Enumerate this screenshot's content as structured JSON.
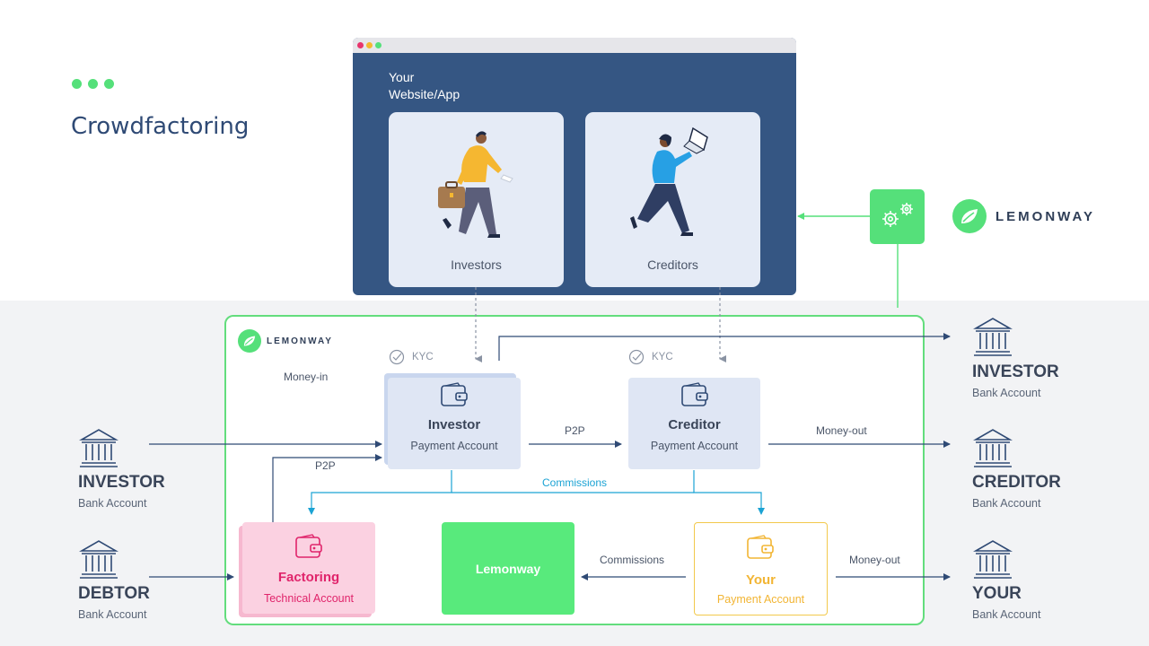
{
  "slide": {
    "title": "Crowdfactoring"
  },
  "website": {
    "title_line1": "Your",
    "title_line2": "Website/App",
    "cards": [
      {
        "label": "Investors"
      },
      {
        "label": "Creditors"
      }
    ]
  },
  "brand": {
    "name": "LEMONWAY",
    "accent": "#55e07a",
    "navy": "#355683"
  },
  "flow": {
    "money_in": "Money-in",
    "kyc": "KYC",
    "p2p": "P2P",
    "commissions": "Commissions",
    "money_out": "Money-out"
  },
  "accounts": {
    "investor": {
      "title": "Investor",
      "subtitle": "Payment Account"
    },
    "creditor": {
      "title": "Creditor",
      "subtitle": "Payment Account"
    },
    "factoring": {
      "title": "Factoring",
      "subtitle": "Technical Account"
    },
    "lemonway": {
      "title": "Lemonway"
    },
    "your": {
      "title": "Your",
      "subtitle": "Payment Account"
    }
  },
  "banks": {
    "investor_left": {
      "title": "INVESTOR",
      "subtitle": "Bank Account"
    },
    "debtor": {
      "title": "DEBTOR",
      "subtitle": "Bank Account"
    },
    "investor_right": {
      "title": "INVESTOR",
      "subtitle": "Bank Account"
    },
    "creditor": {
      "title": "CREDITOR",
      "subtitle": "Bank Account"
    },
    "your": {
      "title": "YOUR",
      "subtitle": "Bank Account"
    }
  }
}
